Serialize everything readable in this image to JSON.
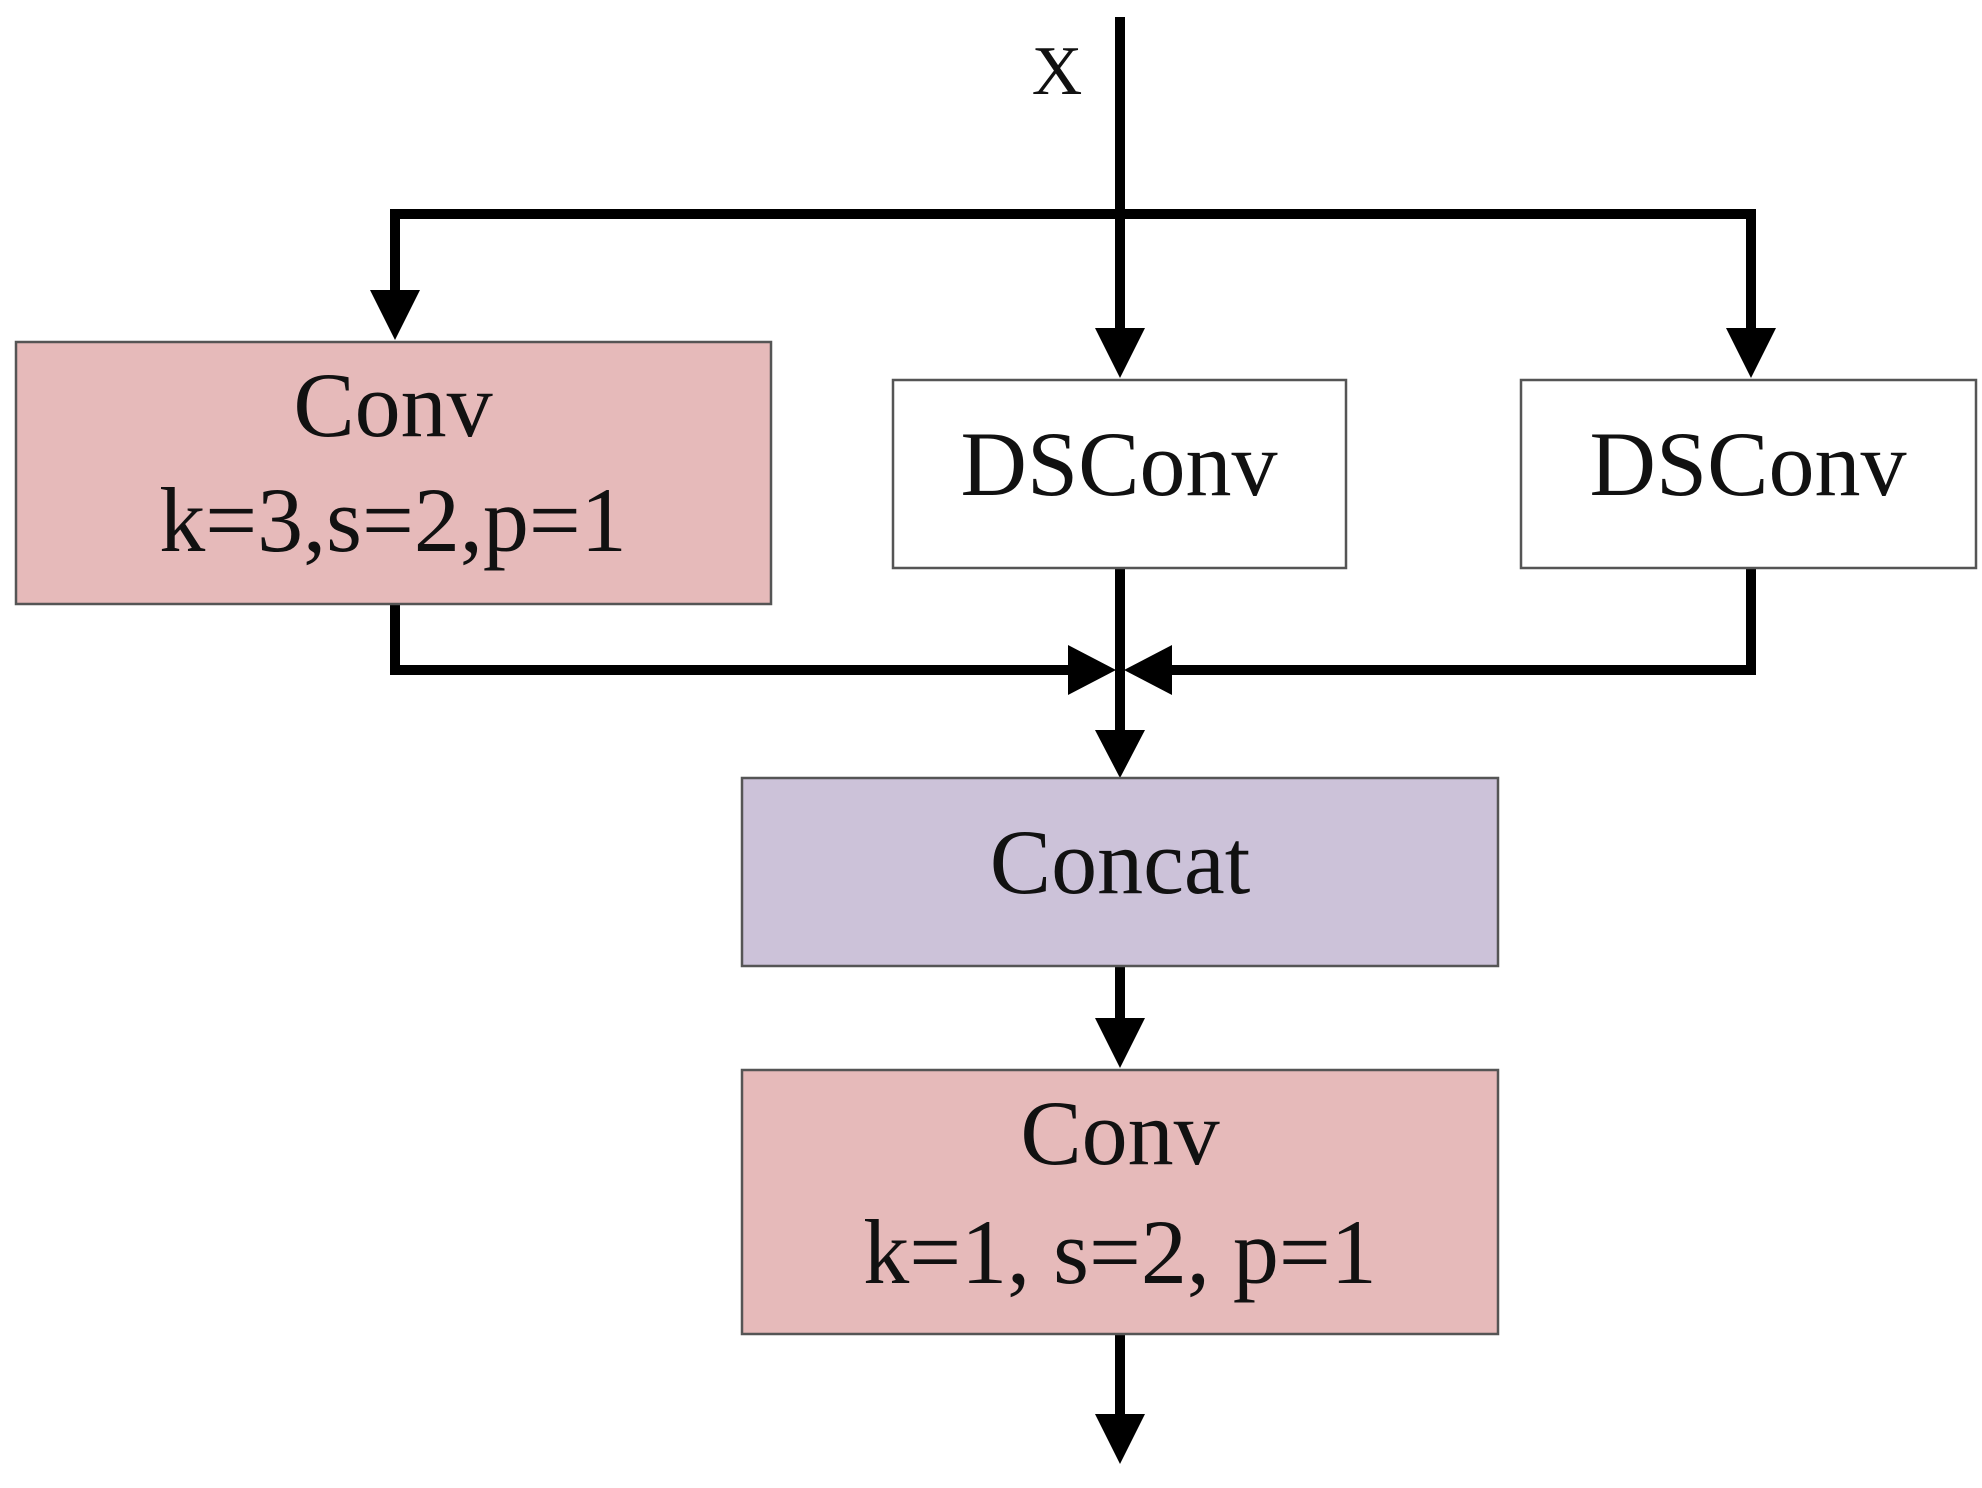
{
  "input_label": "X",
  "nodes": {
    "conv_top": {
      "line1": "Conv",
      "line2": "k=3,s=2,p=1",
      "fill": "#e6baba"
    },
    "dsconv_mid": {
      "label": "DSConv",
      "fill": "#ffffff"
    },
    "dsconv_right": {
      "label": "DSConv",
      "fill": "#ffffff"
    },
    "concat": {
      "label": "Concat",
      "fill": "#ccc2d9"
    },
    "conv_bottom": {
      "line1": "Conv",
      "line2": "k=1, s=2, p=1",
      "fill": "#e6baba"
    }
  },
  "edges": [
    {
      "from": "X",
      "to": "conv_top"
    },
    {
      "from": "X",
      "to": "dsconv_mid"
    },
    {
      "from": "X",
      "to": "dsconv_right"
    },
    {
      "from": "conv_top",
      "to": "concat"
    },
    {
      "from": "dsconv_mid",
      "to": "concat"
    },
    {
      "from": "dsconv_right",
      "to": "concat"
    },
    {
      "from": "concat",
      "to": "conv_bottom"
    },
    {
      "from": "conv_bottom",
      "to": "output"
    }
  ]
}
